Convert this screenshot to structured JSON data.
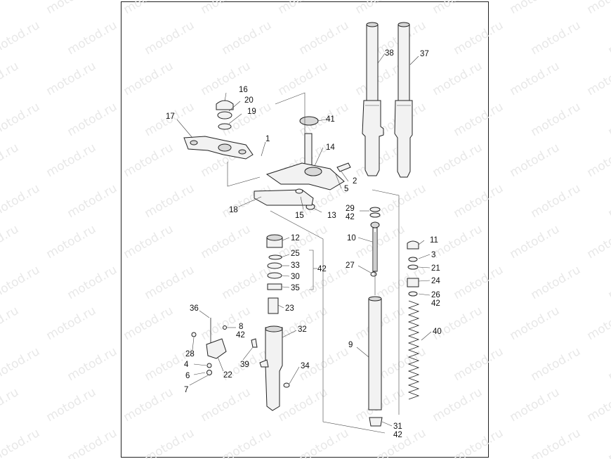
{
  "watermark": "motod.ru",
  "callouts": [
    {
      "id": "c1",
      "text": "1"
    },
    {
      "id": "c2",
      "text": "2"
    },
    {
      "id": "c3",
      "text": "3"
    },
    {
      "id": "c4",
      "text": "4"
    },
    {
      "id": "c5",
      "text": "5"
    },
    {
      "id": "c6",
      "text": "6"
    },
    {
      "id": "c7",
      "text": "7"
    },
    {
      "id": "c8",
      "text": "8"
    },
    {
      "id": "c9",
      "text": "9"
    },
    {
      "id": "c10",
      "text": "10"
    },
    {
      "id": "c11",
      "text": "11"
    },
    {
      "id": "c12",
      "text": "12"
    },
    {
      "id": "c13",
      "text": "13"
    },
    {
      "id": "c14",
      "text": "14"
    },
    {
      "id": "c15",
      "text": "15"
    },
    {
      "id": "c16",
      "text": "16"
    },
    {
      "id": "c17",
      "text": "17"
    },
    {
      "id": "c18",
      "text": "18"
    },
    {
      "id": "c19",
      "text": "19"
    },
    {
      "id": "c20",
      "text": "20"
    },
    {
      "id": "c21",
      "text": "21"
    },
    {
      "id": "c22",
      "text": "22"
    },
    {
      "id": "c23",
      "text": "23"
    },
    {
      "id": "c24",
      "text": "24"
    },
    {
      "id": "c25",
      "text": "25"
    },
    {
      "id": "c26",
      "text": "26"
    },
    {
      "id": "c27",
      "text": "27"
    },
    {
      "id": "c28",
      "text": "28"
    },
    {
      "id": "c29",
      "text": "29"
    },
    {
      "id": "c30",
      "text": "30"
    },
    {
      "id": "c31",
      "text": "31"
    },
    {
      "id": "c32",
      "text": "32"
    },
    {
      "id": "c33",
      "text": "33"
    },
    {
      "id": "c34",
      "text": "34"
    },
    {
      "id": "c35",
      "text": "35"
    },
    {
      "id": "c36",
      "text": "36"
    },
    {
      "id": "c37",
      "text": "37"
    },
    {
      "id": "c38",
      "text": "38"
    },
    {
      "id": "c39",
      "text": "39"
    },
    {
      "id": "c40",
      "text": "40"
    },
    {
      "id": "c41",
      "text": "41"
    },
    {
      "id": "c42a",
      "text": "42"
    },
    {
      "id": "c42b",
      "text": "42"
    },
    {
      "id": "c42c",
      "text": "42"
    },
    {
      "id": "c42d",
      "text": "42"
    },
    {
      "id": "c42e",
      "text": "42"
    }
  ]
}
